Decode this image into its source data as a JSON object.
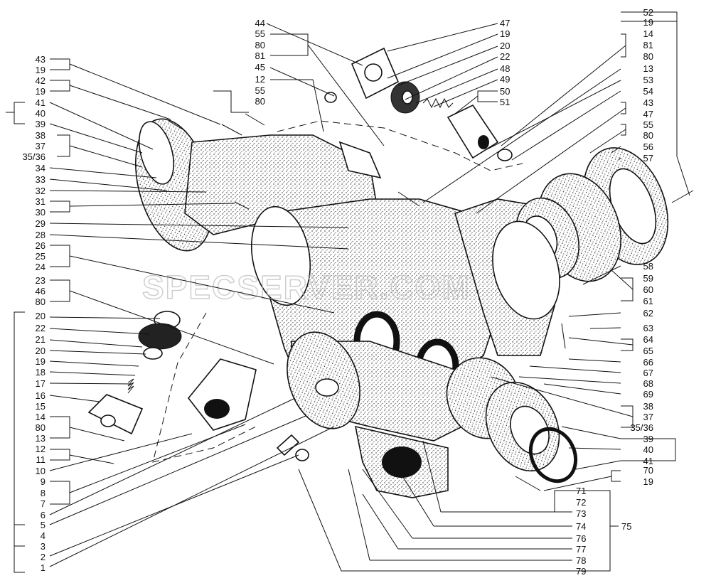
{
  "watermark": "SPECSERVER.COM",
  "left_labels": [
    "43",
    "19",
    "42",
    "19",
    "41",
    "40",
    "39",
    "38",
    "37",
    "35/36",
    "34",
    "33",
    "32",
    "31",
    "30",
    "29",
    "28",
    "26",
    "25",
    "24",
    "23",
    "46",
    "80",
    "20",
    "22",
    "21",
    "20",
    "19",
    "18",
    "17",
    "16",
    "15",
    "14",
    "80",
    "13",
    "12",
    "11",
    "10",
    "9",
    "8",
    "7",
    "6",
    "5",
    "4",
    "3",
    "2",
    "1"
  ],
  "top_labels": [
    "44",
    "55",
    "80",
    "81",
    "45",
    "12",
    "55",
    "80"
  ],
  "top_right_labels": [
    "47",
    "19",
    "20",
    "22",
    "48",
    "49",
    "50",
    "51"
  ],
  "right_labels": [
    "52",
    "19",
    "14",
    "81",
    "80",
    "13",
    "53",
    "54",
    "43",
    "47",
    "55",
    "80",
    "56",
    "57",
    "58",
    "59",
    "60",
    "61",
    "62",
    "63",
    "64",
    "65",
    "66",
    "67",
    "68",
    "69",
    "38",
    "37",
    "35/36",
    "39",
    "40",
    "41",
    "70",
    "19"
  ],
  "bottom_labels": [
    "71",
    "72",
    "73",
    "74",
    "75",
    "76",
    "77",
    "78",
    "79"
  ]
}
